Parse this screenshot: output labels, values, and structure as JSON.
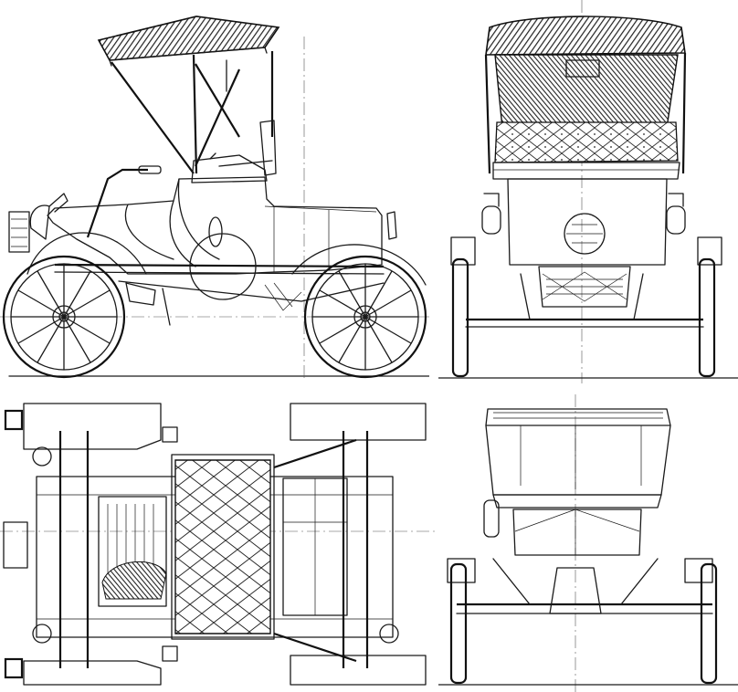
{
  "drawing": {
    "views": [
      {
        "id": "side-elevation"
      },
      {
        "id": "front-elevation"
      },
      {
        "id": "plan-view"
      },
      {
        "id": "rear-elevation"
      }
    ],
    "line_color": "#1a1a1a",
    "background": "#ffffff",
    "hatch_color": "#222222"
  }
}
